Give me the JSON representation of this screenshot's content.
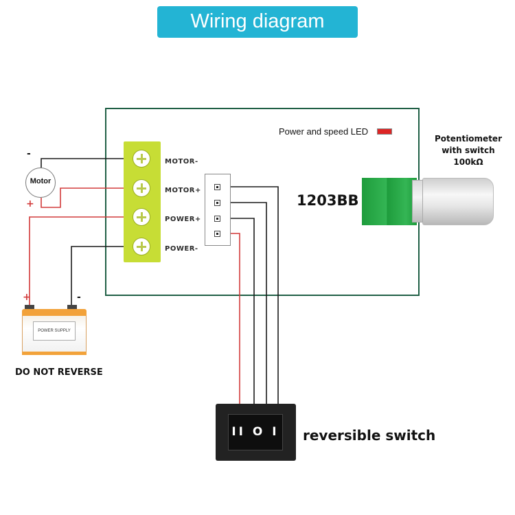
{
  "title": "Wiring diagram",
  "board": {
    "model": "1203BB",
    "led_label": "Power and speed LED",
    "terminals": [
      "MOTOR-",
      "MOTOR+",
      "POWER+",
      "POWER-"
    ]
  },
  "potentiometer": {
    "line1": "Potentiometer",
    "line2": "with switch",
    "line3": "100kΩ"
  },
  "motor": {
    "label": "Motor",
    "minus": "-",
    "plus": "+"
  },
  "power_supply": {
    "label": "POWER SUPPLY",
    "plus": "+",
    "minus": "-",
    "warning": "DO NOT REVERSE"
  },
  "switch": {
    "glyphs": "II O I",
    "label": "reversible switch"
  },
  "colors": {
    "title_bg": "#23b4d4",
    "board_border": "#1f5f45",
    "terminal_block": "#c7dd35",
    "pot_body": "#34b554",
    "wire_red": "#d23a3a",
    "wire_black": "#1a1a1a",
    "led": "#dd2525"
  }
}
